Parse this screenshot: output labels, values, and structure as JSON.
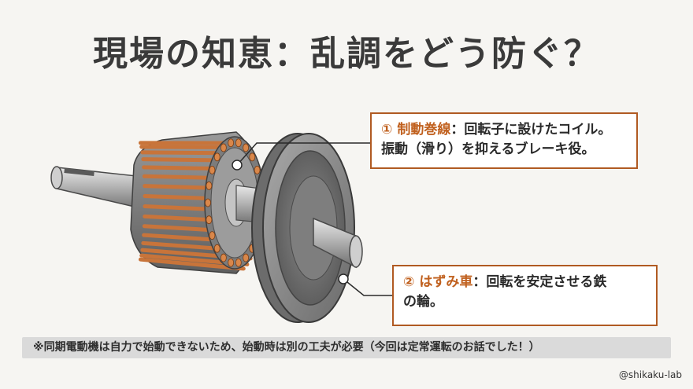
{
  "title": "現場の知恵：乱調をどう防ぐ？",
  "callouts": [
    {
      "marker": "①",
      "term": "制動巻線",
      "separator": "：",
      "line1_rest": "回転子に設けたコイル。",
      "line2": "振動（滑り）を抑えるブレーキ役。"
    },
    {
      "marker": "②",
      "term": "はずみ車",
      "separator": "：",
      "line1_rest": "回転を安定させる鉄",
      "line2": "の輪。"
    }
  ],
  "note": "※同期電動機は自力で始動できないため、始動時は別の工夫が必要（今回は定常運転のお話でした！）",
  "credit": "@shikaku-lab",
  "colors": {
    "accent": "#c0601e",
    "callout_border": "#b05a22",
    "copper": "#c8743a",
    "steel": "#8c8c8c"
  }
}
